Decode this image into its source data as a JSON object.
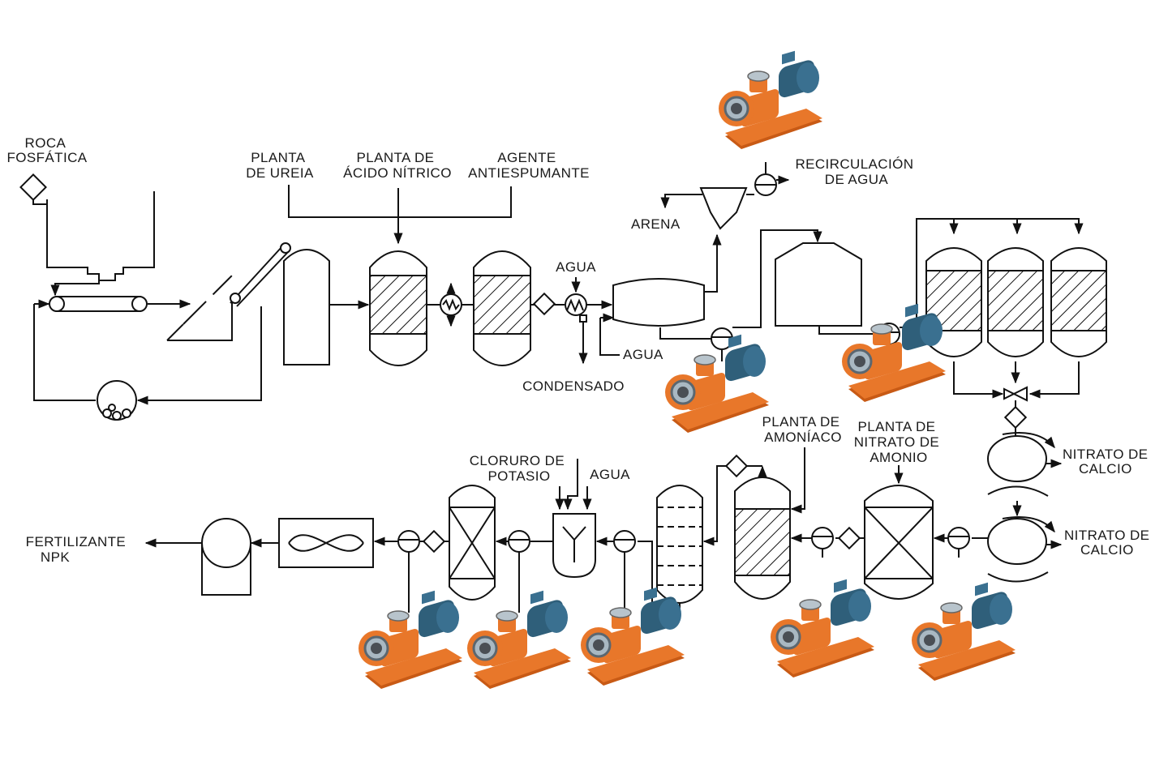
{
  "labels": {
    "roca_fosfatica": [
      "ROCA",
      "FOSFÁTICA"
    ],
    "planta_ureia": [
      "PLANTA",
      "DE UREIA"
    ],
    "planta_acido_nitrico": [
      "PLANTA DE",
      "ÁCIDO NÍTRICO"
    ],
    "agente_antiespumante": [
      "AGENTE",
      "ANTIESPUMANTE"
    ],
    "agua_top": "AGUA",
    "agua_bottom": "AGUA",
    "condensado": "CONDENSADO",
    "arena": "ARENA",
    "recirculacion_agua": [
      "RECIRCULACIÓN",
      "DE AGUA"
    ],
    "nitrato_calcio_1": [
      "NITRATO DE",
      "CALCIO"
    ],
    "nitrato_calcio_2": [
      "NITRATO DE",
      "CALCIO"
    ],
    "planta_amoniaco": [
      "PLANTA DE",
      "AMONÍACO"
    ],
    "planta_nitrato_amonio": [
      "PLANTA DE",
      "NITRATO DE",
      "AMONIO"
    ],
    "cloruro_potasio": [
      "CLORURO DE",
      "POTASIO"
    ],
    "agua_kcl": "AGUA",
    "fertilizante_npk": [
      "FERTILIZANTE",
      "NPK"
    ]
  },
  "colors": {
    "line": "#111111",
    "pump_body": "#e8772a",
    "pump_motor": "#2f5f7a",
    "pump_base": "#d9661c"
  }
}
